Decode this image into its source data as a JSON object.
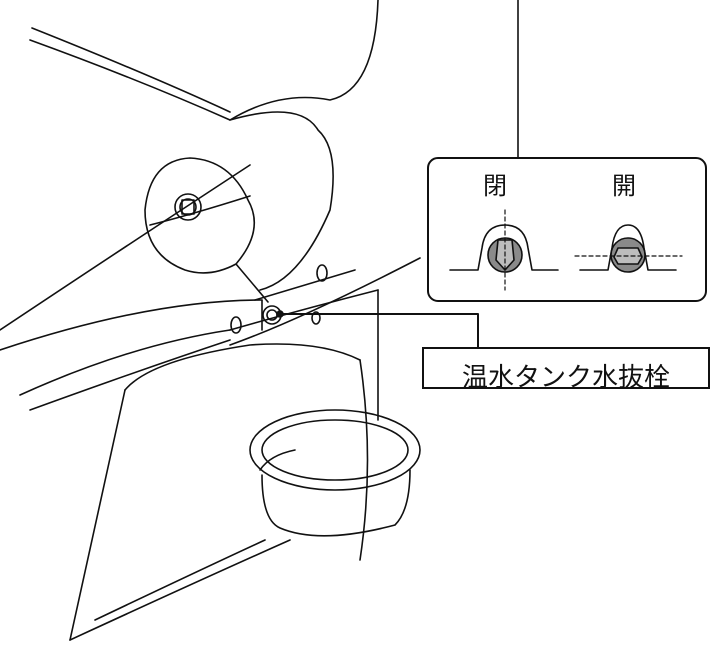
{
  "inset": {
    "closed_label": "閉",
    "open_label": "開"
  },
  "callout": {
    "label": "温水タンク水抜栓"
  }
}
